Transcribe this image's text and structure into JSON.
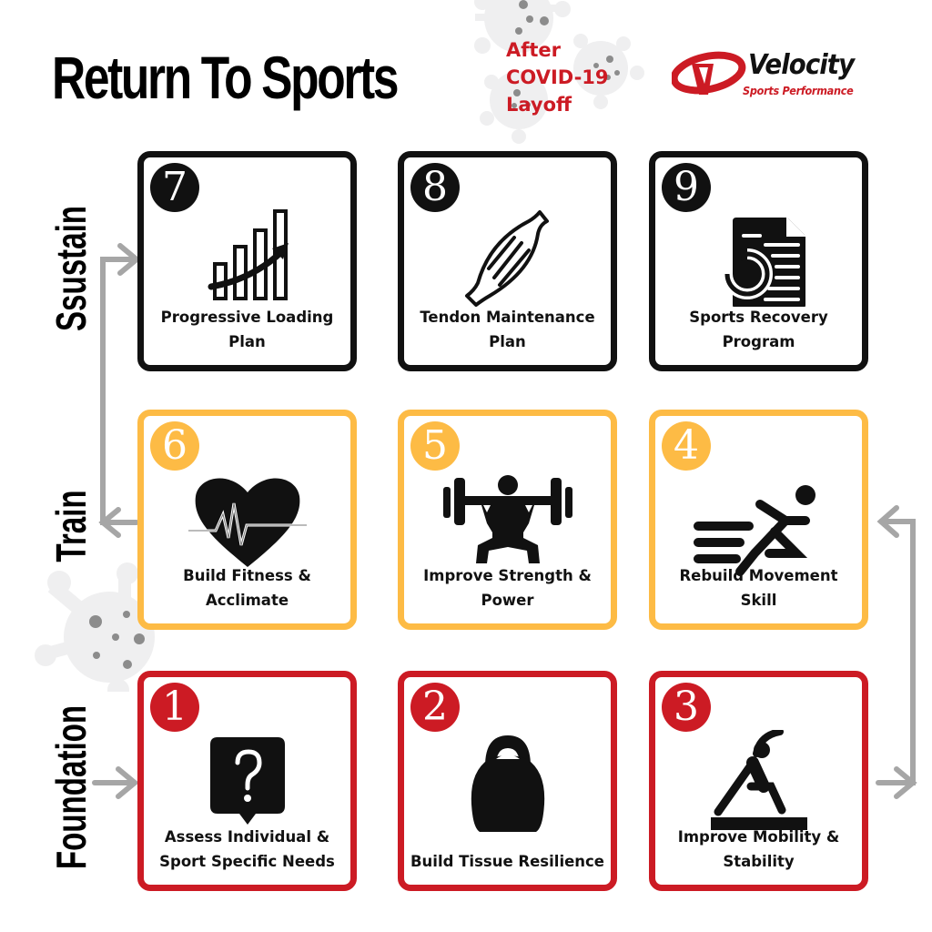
{
  "header": {
    "title": "Return To Sports",
    "subtitle_lines": [
      "After",
      "COVID-19",
      "Layoff"
    ],
    "logo": {
      "name": "Velocity",
      "tagline": "Sports Performance",
      "icon": "velocity-v-swoosh-icon"
    }
  },
  "colors": {
    "sustain": "#111111",
    "train": "#fdbb45",
    "foundation": "#cc1b24",
    "connector": "#a6a6a6",
    "virus_bg": "#eeeeef",
    "virus_dots": "#8c8c8c"
  },
  "rows": [
    {
      "label": "Ssustain",
      "color": "black"
    },
    {
      "label": "Train",
      "color": "yellow"
    },
    {
      "label": "Foundation",
      "color": "red"
    }
  ],
  "cards": {
    "c7": {
      "number": "7",
      "label": "Progressive Loading Plan",
      "icon": "bar-chart-growth-icon",
      "row": "Sustain"
    },
    "c8": {
      "number": "8",
      "label": "Tendon Maintenance Plan",
      "icon": "muscle-icon",
      "row": "Sustain"
    },
    "c9": {
      "number": "9",
      "label": "Sports Recovery Program",
      "icon": "document-refresh-icon",
      "row": "Sustain"
    },
    "c6": {
      "number": "6",
      "label": "Build Fitness & Acclimate",
      "icon": "heart-pulse-icon",
      "row": "Train"
    },
    "c5": {
      "number": "5",
      "label": "Improve Strength & Power",
      "icon": "squat-barbell-icon",
      "row": "Train"
    },
    "c4": {
      "number": "4",
      "label": "Rebuild Movement Skill",
      "icon": "sprinter-icon",
      "row": "Train"
    },
    "c1": {
      "number": "1",
      "label": "Assess Individual & Sport Specific Needs",
      "icon": "question-bubble-icon",
      "row": "Foundation"
    },
    "c2": {
      "number": "2",
      "label": "Build Tissue Resilience",
      "icon": "kettlebell-icon",
      "row": "Foundation"
    },
    "c3": {
      "number": "3",
      "label": "Improve Mobility & Stability",
      "icon": "side-stretch-icon",
      "row": "Foundation"
    }
  },
  "flow": [
    "1",
    "2",
    "3",
    "4",
    "5",
    "6",
    "7",
    "8",
    "9"
  ]
}
